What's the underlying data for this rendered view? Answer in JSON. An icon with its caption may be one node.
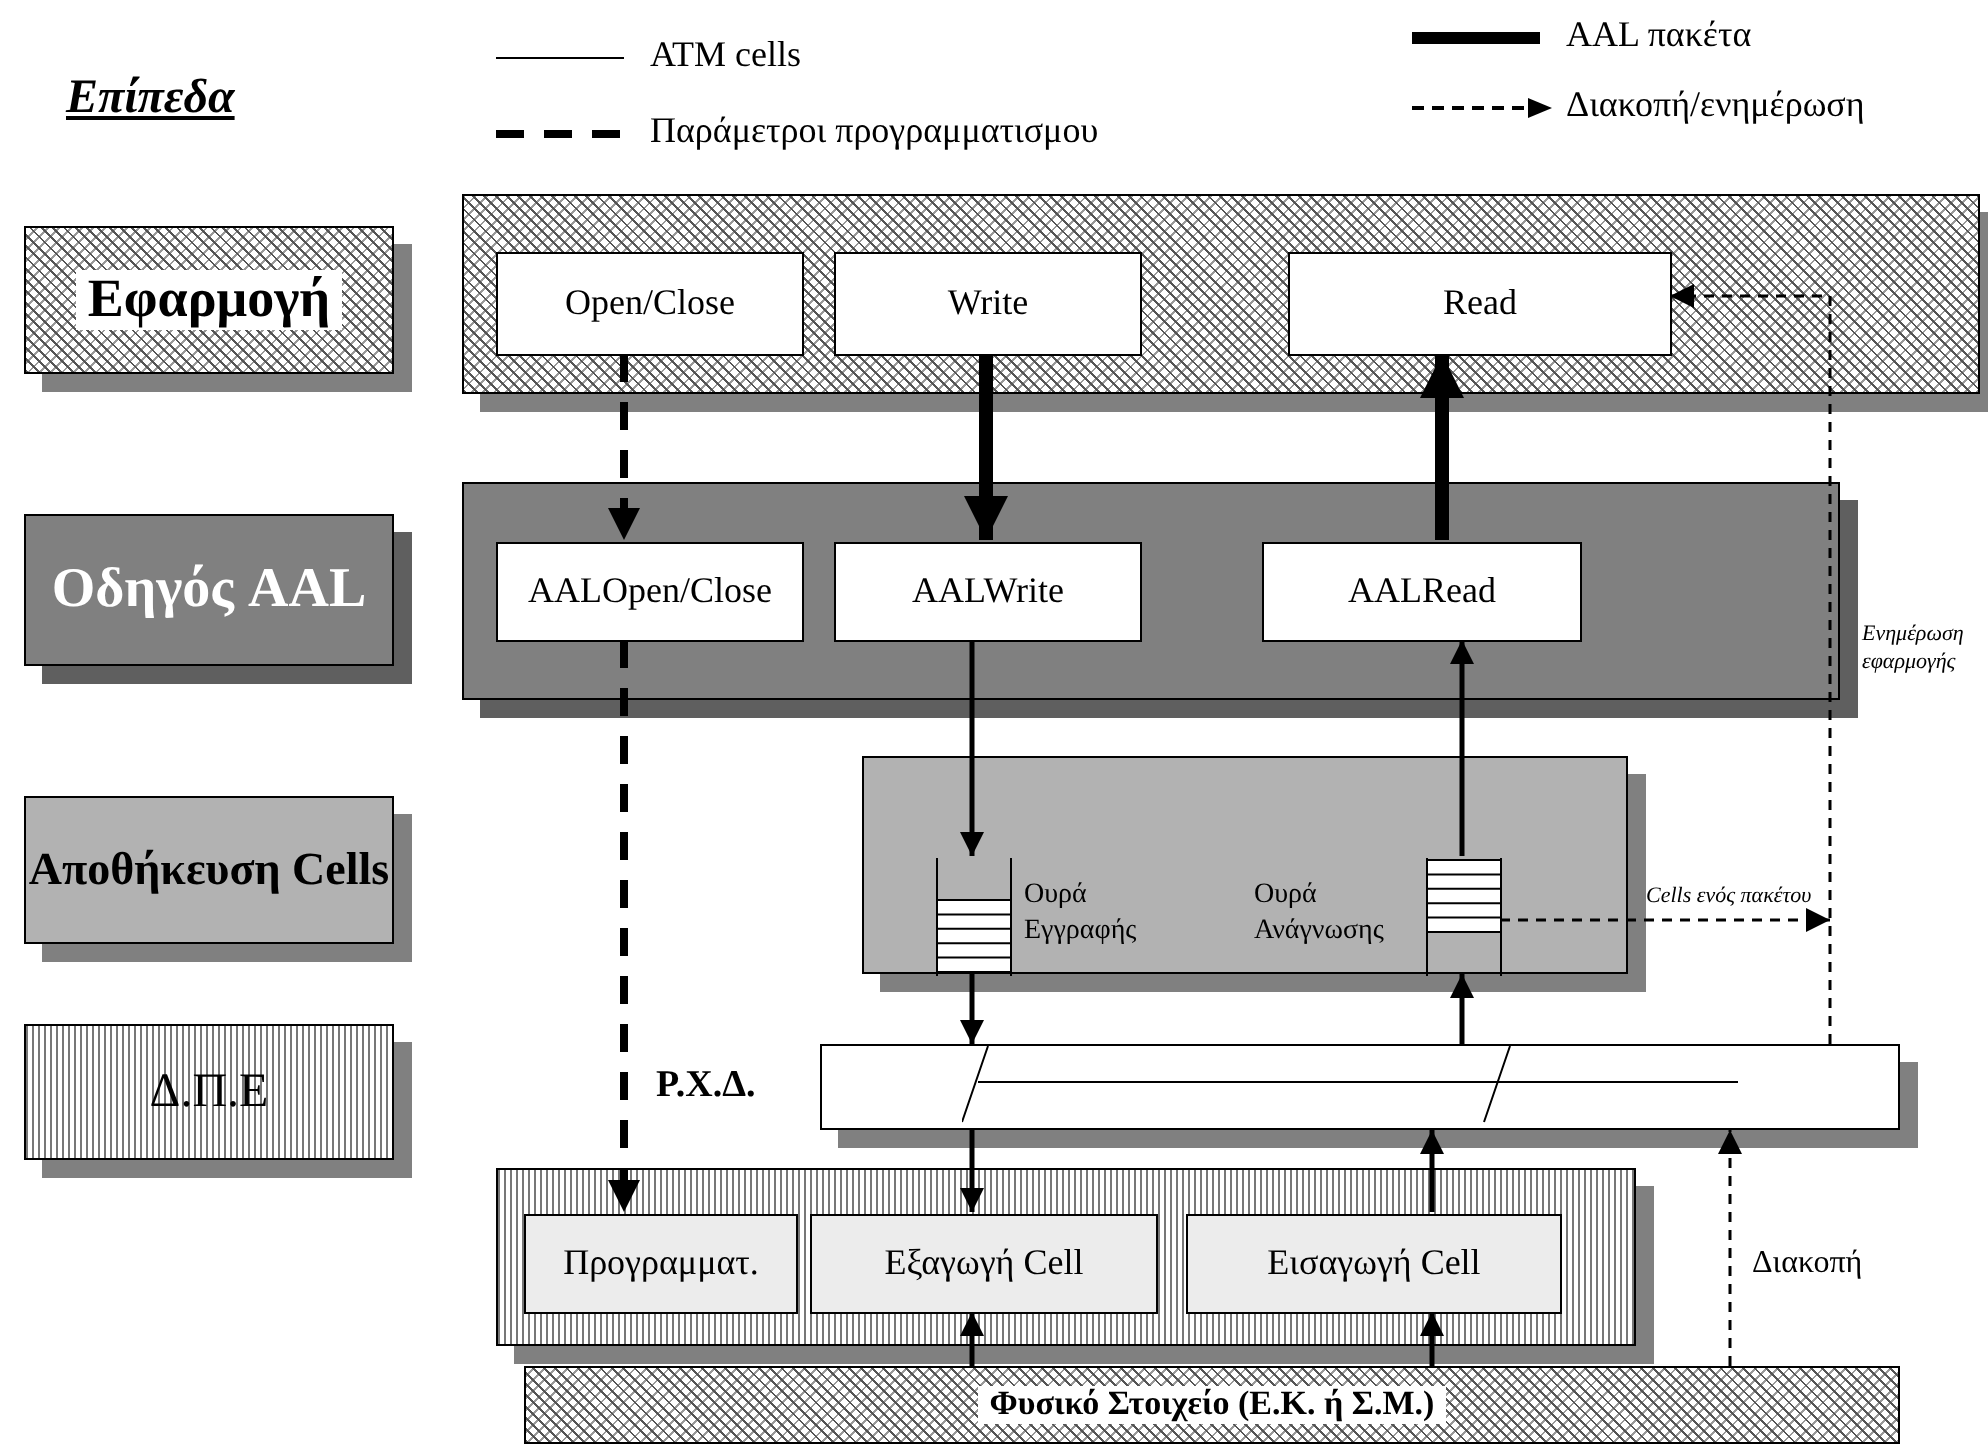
{
  "diagram": {
    "title": "Επίπεδα",
    "nodes": [
      {
        "text": [
          "Εφαρμογή"
        ]
      },
      {
        "text": [],
        "shape": "box"
      },
      {
        "text": [
          "Open/Close"
        ],
        "in": 1
      },
      {
        "text": [
          "Write"
        ],
        "in": 1
      },
      {
        "text": [
          "Read"
        ],
        "in": 1
      },
      {
        "text": [
          "Οδηγός AAL"
        ]
      },
      {
        "text": [],
        "shape": "box"
      },
      {
        "text": [
          "AALOpen/Close"
        ],
        "in": 6
      },
      {
        "text": [
          "AALWrite"
        ],
        "in": 6
      },
      {
        "text": [
          "AALRead"
        ],
        "in": 6
      },
      {
        "text": [
          "Αποθήκευση Cells"
        ]
      },
      {
        "text": [],
        "shape": "box"
      },
      {
        "text": [],
        "shape": "box",
        "in": 11,
        "beside": [
          "Ουρά Εγγραφής"
        ]
      },
      {
        "text": [],
        "shape": "box",
        "in": 11,
        "beside": [
          "Ουρά Ανάγνωσης"
        ]
      },
      {
        "text": [
          "Ρ.Χ.Δ."
        ]
      },
      {
        "text": [
          "Δ.Π.Ε"
        ]
      },
      {
        "text": [],
        "shape": "box"
      },
      {
        "text": [
          "Προγραμματ."
        ],
        "in": 16
      },
      {
        "text": [
          "Εξαγωγή Cell"
        ],
        "in": 16
      },
      {
        "text": [
          "Εισαγωγή Cell"
        ],
        "in": 16
      },
      {
        "text": [
          "Φυσικό Στοιχείο (Ε.Κ. ή Σ.Μ.)"
        ]
      }
    ],
    "edges": [
      {
        "from": 2,
        "to": 7,
        "arrow": "to",
        "style": "dashed"
      },
      {
        "from": 7,
        "to": 17,
        "arrow": "to",
        "style": "dashed"
      },
      {
        "from": 3,
        "to": 8,
        "arrow": "to",
        "style": "thick"
      },
      {
        "from": 9,
        "to": 4,
        "arrow": "to",
        "style": "thick"
      },
      {
        "from": 8,
        "to": 12,
        "arrow": "to"
      },
      {
        "from": 13,
        "to": 9,
        "arrow": "to"
      },
      {
        "from": 12,
        "to": 14,
        "arrow": "to"
      },
      {
        "from": 14,
        "to": 13,
        "arrow": "to"
      },
      {
        "from": 14,
        "to": 18,
        "arrow": "to"
      },
      {
        "from": 19,
        "to": 14,
        "arrow": "to"
      },
      {
        "from": 20,
        "to": 18,
        "arrow": "to"
      },
      {
        "from": 20,
        "to": 19,
        "arrow": "to"
      },
      {
        "from": 20,
        "to": 14,
        "arrow": "to",
        "style": "dashed",
        "label": "Διακοπή"
      },
      {
        "from": 14,
        "to": 4,
        "arrow": "to",
        "style": "dashed",
        "label": "Ενημέρωση εφαρμογής"
      },
      {
        "from": 13,
        "to": null,
        "arrow": "to",
        "style": "dashed",
        "label": "Cells ενός πακέτου"
      }
    ],
    "legend": [
      {
        "text": "ATM cells"
      },
      {
        "text": "Παράμετροι προγραμματισμου"
      },
      {
        "text": "AAL πακέτα"
      },
      {
        "text": "Διακοπή/ενημέρωση"
      }
    ]
  }
}
